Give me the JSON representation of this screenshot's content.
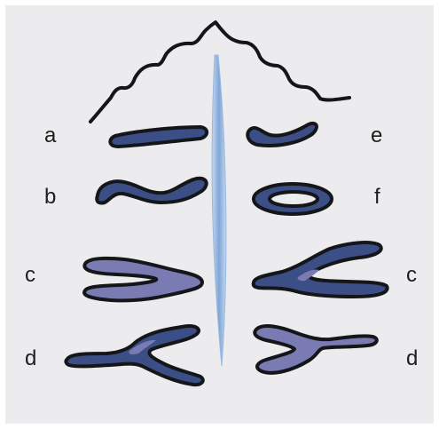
{
  "labels": {
    "a": "a",
    "b": "b",
    "c_left": "c",
    "c_right": "c",
    "d_left": "d",
    "d_right": "d",
    "e": "e",
    "f": "f"
  },
  "colors": {
    "paper": "#ecebee",
    "outline": "#15161a",
    "fill_dark_blue": "#3b4f86",
    "fill_purple": "#7b7bb3",
    "midline_blue": "#a9c5e8"
  }
}
